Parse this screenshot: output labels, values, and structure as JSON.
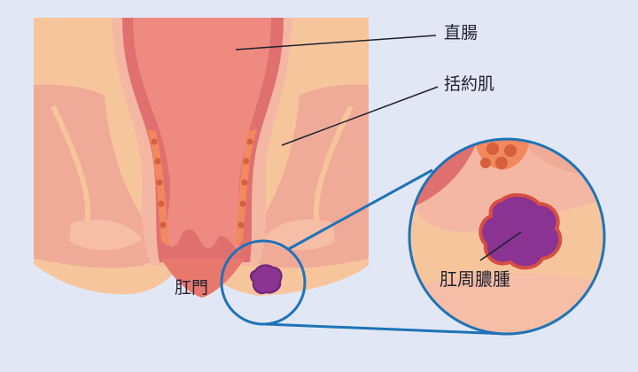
{
  "labels": {
    "rectum": "直腸",
    "sphincter": "括約肌",
    "anus": "肛門",
    "abscess": "肛周膿腫"
  },
  "colors": {
    "background": "#e2e7f6",
    "skin": "#f7c59c",
    "muscle": "#f0aa98",
    "rectum_wall": "#e06f6f",
    "rectum_lumen": "#ee8a80",
    "fat_pocket": "#f1885e",
    "abscess": "#8a3393",
    "callout_ring": "#1f73b7"
  }
}
